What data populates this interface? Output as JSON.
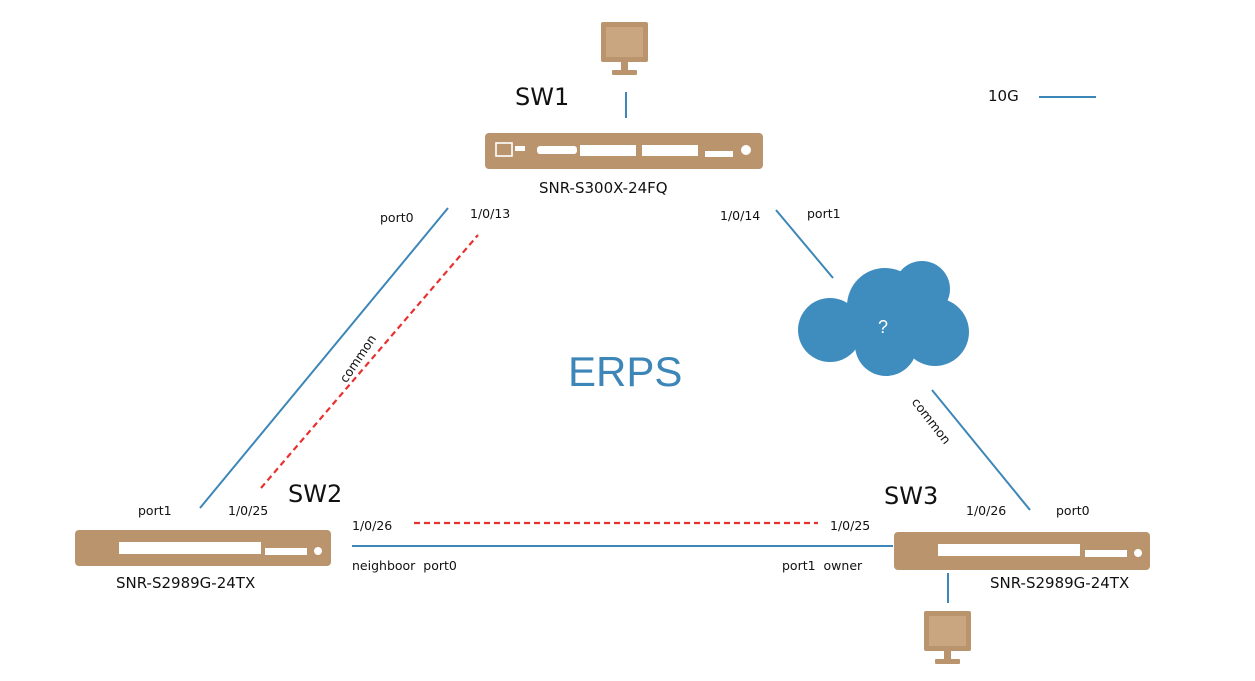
{
  "title": "ERPS",
  "legend": {
    "label": "10G"
  },
  "colors": {
    "link": "#3d86b8",
    "blocked": "#e8312f",
    "device": "#b9946c",
    "device_dark": "#9a7650",
    "cloud": "#3f8dbf",
    "title": "#3d86b8"
  },
  "switches": {
    "sw1": {
      "name": "SW1",
      "model": "SNR-S300X-24FQ"
    },
    "sw2": {
      "name": "SW2",
      "model": "SNR-S2989G-24TX"
    },
    "sw3": {
      "name": "SW3",
      "model": "SNR-S2989G-24TX"
    }
  },
  "ports": {
    "sw1_left_role": "port0",
    "sw1_left_if": "1/0/13",
    "sw1_right_if": "1/0/14",
    "sw1_right_role": "port1",
    "sw2_up_role": "port1",
    "sw2_up_if": "1/0/25",
    "sw2_right_if": "1/0/26",
    "sw2_right_role": "neighboor  port0",
    "sw3_left_if": "1/0/25",
    "sw3_left_role": "port1  owner",
    "sw3_up_if": "1/0/26",
    "sw3_up_role": "port0"
  },
  "link_labels": {
    "left": "common",
    "right": "common"
  },
  "cloud": {
    "label": "?"
  },
  "icons": [
    "monitor-icon",
    "switch-icon",
    "cloud-icon"
  ]
}
